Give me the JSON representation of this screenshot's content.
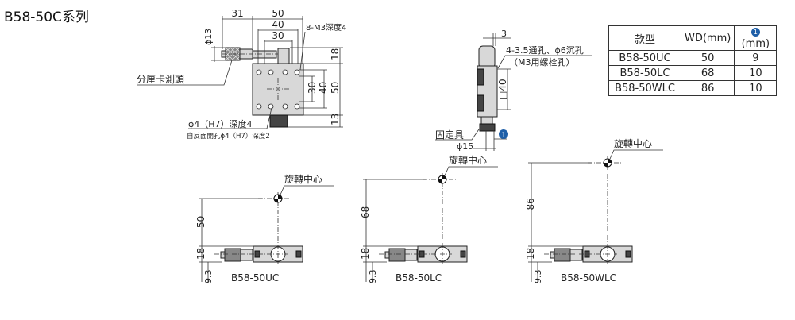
{
  "title": "B58-50C系列",
  "top_view": {
    "dims": {
      "d31": "31",
      "d50": "50",
      "d40": "40",
      "d30": "30",
      "phi13": "ϕ13",
      "r18": "18",
      "r50": "50",
      "r40": "40",
      "r30": "30",
      "r13": "13"
    },
    "label_m3": "8-M3深度4",
    "label_micrometer": "分厘卡測頭",
    "label_hole": "ϕ4（H7）深度4",
    "label_hole_back": "自反面開孔ϕ4（H7）深度2"
  },
  "side_view": {
    "dim_3": "3",
    "label_holes": "4-3.5通孔、ϕ6沉孔",
    "label_bolt": "（M3用螺栓孔）",
    "dim_sq40": "□40",
    "label_fixture": "固定具",
    "dim_phi15": "ϕ15",
    "marker": "❶",
    "marker_color": "#1f5fa8"
  },
  "table": {
    "headers": [
      "款型",
      "WD(mm)",
      "(mm)"
    ],
    "header_marker": "1",
    "rows": [
      [
        "B58-50UC",
        "50",
        "9"
      ],
      [
        "B58-50LC",
        "68",
        "10"
      ],
      [
        "B58-50WLC",
        "86",
        "10"
      ]
    ]
  },
  "bottom_views": [
    {
      "model": "B58-50UC",
      "wd": "50",
      "h": "18",
      "offset": "9.3",
      "center_label": "旋轉中心"
    },
    {
      "model": "B58-50LC",
      "wd": "68",
      "h": "18",
      "offset": "9.3",
      "center_label": "旋轉中心"
    },
    {
      "model": "B58-50WLC",
      "wd": "86",
      "h": "18",
      "offset": "9.3",
      "center_label": "旋轉中心"
    }
  ]
}
